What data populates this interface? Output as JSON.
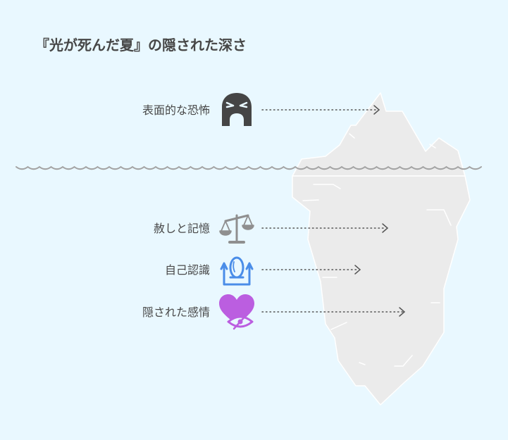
{
  "title": "『光が死んだ夏』の隠された深さ",
  "items": [
    {
      "label": "表面的な恐怖",
      "icon": "angry-face-icon",
      "color": "#454545",
      "zone": "above"
    },
    {
      "label": "赦しと記憶",
      "icon": "scales-icon",
      "color": "#8f8f8f",
      "zone": "below"
    },
    {
      "label": "自己認識",
      "icon": "mirror-icon",
      "color": "#4a8de8",
      "zone": "below"
    },
    {
      "label": "隠された感情",
      "icon": "heart-eye-icon",
      "color": "#bb5ee0",
      "zone": "below"
    }
  ],
  "colors": {
    "background": "#e9f8ff",
    "iceberg": "#ebebeb",
    "waterline": "#a3a3a3",
    "connector": "#555555"
  }
}
